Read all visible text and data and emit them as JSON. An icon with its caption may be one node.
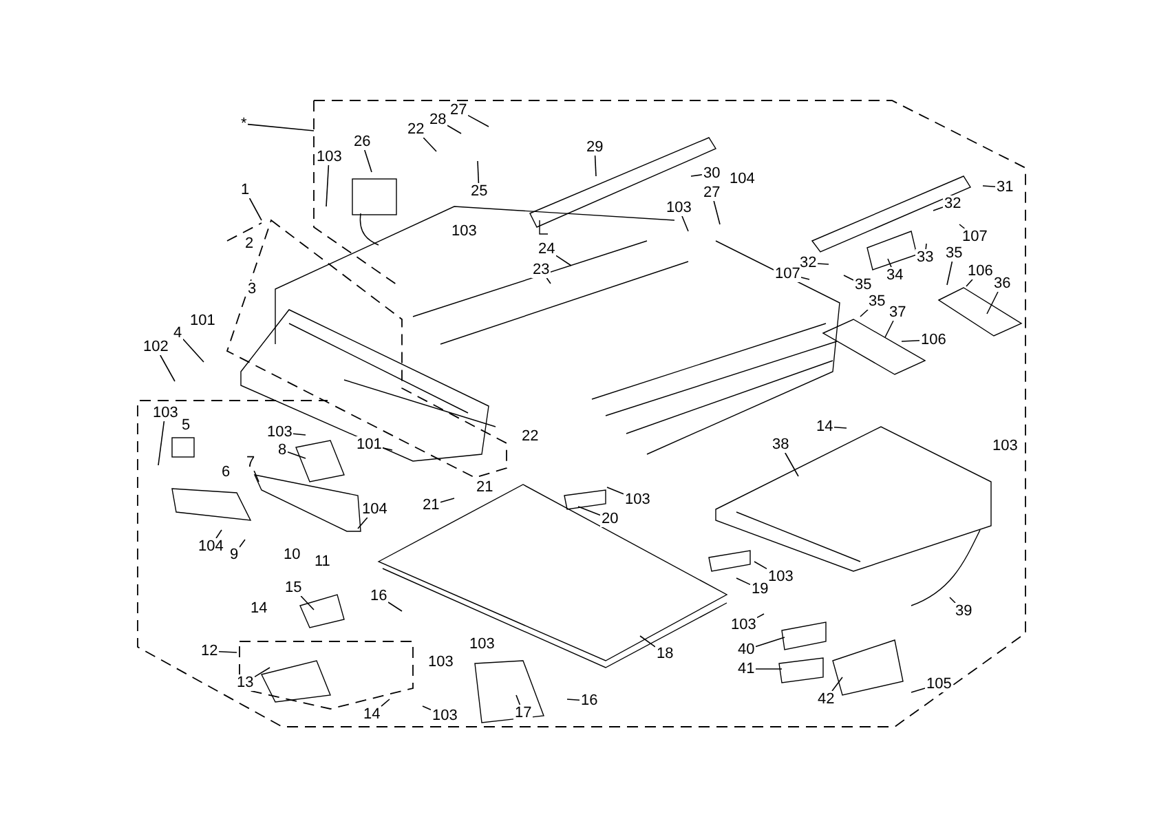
{
  "diagram": {
    "nodes": [
      {
        "text": [
          "*"
        ]
      },
      {
        "text": [
          "1"
        ]
      },
      {
        "text": [
          "4"
        ]
      },
      {
        "text": [
          "102"
        ]
      },
      {
        "text": [
          "103"
        ]
      },
      {
        "text": [
          "26"
        ]
      },
      {
        "text": [
          "22"
        ]
      },
      {
        "text": [
          "28"
        ]
      },
      {
        "text": [
          "27"
        ]
      },
      {
        "text": [
          "25"
        ]
      },
      {
        "text": [
          "29"
        ]
      },
      {
        "text": [
          "30"
        ]
      },
      {
        "text": [
          "103"
        ]
      },
      {
        "text": [
          "27"
        ]
      },
      {
        "text": [
          "24"
        ]
      },
      {
        "text": [
          "23"
        ]
      },
      {
        "text": [
          "31"
        ]
      },
      {
        "text": [
          "32"
        ]
      },
      {
        "text": [
          "107"
        ]
      },
      {
        "text": [
          "33"
        ]
      },
      {
        "text": [
          "32"
        ]
      },
      {
        "text": [
          "107"
        ]
      },
      {
        "text": [
          "35"
        ]
      },
      {
        "text": [
          "34"
        ]
      },
      {
        "text": [
          "35"
        ]
      },
      {
        "text": [
          "106"
        ]
      },
      {
        "text": [
          "36"
        ]
      },
      {
        "text": [
          "35"
        ]
      },
      {
        "text": [
          "37"
        ]
      },
      {
        "text": [
          "106"
        ]
      },
      {
        "text": [
          "103"
        ]
      },
      {
        "text": [
          "103"
        ]
      },
      {
        "text": [
          "8"
        ]
      },
      {
        "text": [
          "7"
        ]
      },
      {
        "text": [
          "101"
        ]
      },
      {
        "text": [
          "104"
        ]
      },
      {
        "text": [
          "9"
        ]
      },
      {
        "text": [
          "104"
        ]
      },
      {
        "text": [
          "21"
        ]
      },
      {
        "text": [
          "15"
        ]
      },
      {
        "text": [
          "16"
        ]
      },
      {
        "text": [
          "12"
        ]
      },
      {
        "text": [
          "14"
        ]
      },
      {
        "text": [
          "103"
        ]
      },
      {
        "text": [
          "103"
        ]
      },
      {
        "text": [
          "20"
        ]
      },
      {
        "text": [
          "14"
        ]
      },
      {
        "text": [
          "38"
        ]
      },
      {
        "text": [
          "103"
        ]
      },
      {
        "text": [
          "19"
        ]
      },
      {
        "text": [
          "39"
        ]
      },
      {
        "text": [
          "103"
        ]
      },
      {
        "text": [
          "40"
        ]
      },
      {
        "text": [
          "41"
        ]
      },
      {
        "text": [
          "42"
        ]
      },
      {
        "text": [
          "105"
        ]
      },
      {
        "text": [
          "18"
        ]
      },
      {
        "text": [
          "16"
        ]
      },
      {
        "text": [
          "17"
        ]
      },
      {
        "text": [
          "13"
        ]
      },
      {
        "text": [
          "2"
        ]
      },
      {
        "text": [
          "3"
        ]
      },
      {
        "text": [
          "101"
        ]
      },
      {
        "text": [
          "103"
        ]
      },
      {
        "text": [
          "104"
        ]
      },
      {
        "text": [
          "5"
        ]
      },
      {
        "text": [
          "6"
        ]
      },
      {
        "text": [
          "10"
        ]
      },
      {
        "text": [
          "11"
        ]
      },
      {
        "text": [
          "14"
        ]
      },
      {
        "text": [
          "103"
        ]
      },
      {
        "text": [
          "103"
        ]
      },
      {
        "text": [
          "22"
        ]
      },
      {
        "text": [
          "21"
        ]
      },
      {
        "text": [
          "103"
        ]
      }
    ],
    "edges": [
      {
        "from": 0,
        "to": null,
        "arrow": "none"
      },
      {
        "from": 1,
        "to": null,
        "arrow": "none"
      },
      {
        "from": 2,
        "to": null,
        "arrow": "none"
      },
      {
        "from": 3,
        "to": null,
        "arrow": "none"
      },
      {
        "from": 4,
        "to": null,
        "arrow": "none"
      },
      {
        "from": 5,
        "to": null,
        "arrow": "none"
      },
      {
        "from": 6,
        "to": null,
        "arrow": "none"
      },
      {
        "from": 7,
        "to": null,
        "arrow": "none"
      },
      {
        "from": 8,
        "to": null,
        "arrow": "none"
      },
      {
        "from": 9,
        "to": null,
        "arrow": "none"
      },
      {
        "from": 10,
        "to": null,
        "arrow": "none"
      },
      {
        "from": 11,
        "to": null,
        "arrow": "none"
      },
      {
        "from": 12,
        "to": null,
        "arrow": "none"
      },
      {
        "from": 13,
        "to": null,
        "arrow": "none"
      },
      {
        "from": 14,
        "to": null,
        "arrow": "none"
      },
      {
        "from": 15,
        "to": null,
        "arrow": "none"
      },
      {
        "from": 16,
        "to": null,
        "arrow": "none"
      },
      {
        "from": 17,
        "to": null,
        "arrow": "none"
      },
      {
        "from": 18,
        "to": null,
        "arrow": "none"
      },
      {
        "from": 19,
        "to": null,
        "arrow": "none"
      },
      {
        "from": 20,
        "to": null,
        "arrow": "none"
      },
      {
        "from": 21,
        "to": null,
        "arrow": "none"
      },
      {
        "from": 22,
        "to": null,
        "arrow": "none"
      },
      {
        "from": 23,
        "to": null,
        "arrow": "none"
      },
      {
        "from": 24,
        "to": null,
        "arrow": "none"
      },
      {
        "from": 25,
        "to": null,
        "arrow": "none"
      },
      {
        "from": 26,
        "to": null,
        "arrow": "none"
      },
      {
        "from": 27,
        "to": null,
        "arrow": "none"
      },
      {
        "from": 28,
        "to": null,
        "arrow": "none"
      },
      {
        "from": 29,
        "to": null,
        "arrow": "none"
      },
      {
        "from": 30,
        "to": null,
        "arrow": "none"
      },
      {
        "from": 31,
        "to": null,
        "arrow": "none"
      },
      {
        "from": 32,
        "to": null,
        "arrow": "none"
      },
      {
        "from": 33,
        "to": null,
        "arrow": "none"
      },
      {
        "from": 34,
        "to": null,
        "arrow": "none"
      },
      {
        "from": 35,
        "to": null,
        "arrow": "none"
      },
      {
        "from": 36,
        "to": null,
        "arrow": "none"
      },
      {
        "from": 37,
        "to": null,
        "arrow": "none"
      },
      {
        "from": 38,
        "to": null,
        "arrow": "none"
      },
      {
        "from": 39,
        "to": null,
        "arrow": "none"
      },
      {
        "from": 40,
        "to": null,
        "arrow": "none"
      },
      {
        "from": 41,
        "to": null,
        "arrow": "none"
      },
      {
        "from": 42,
        "to": null,
        "arrow": "none"
      },
      {
        "from": 43,
        "to": null,
        "arrow": "none"
      },
      {
        "from": 44,
        "to": null,
        "arrow": "none"
      },
      {
        "from": 45,
        "to": null,
        "arrow": "none"
      },
      {
        "from": 46,
        "to": null,
        "arrow": "none"
      },
      {
        "from": 47,
        "to": null,
        "arrow": "none"
      },
      {
        "from": 48,
        "to": null,
        "arrow": "none"
      },
      {
        "from": 49,
        "to": null,
        "arrow": "none"
      },
      {
        "from": 50,
        "to": null,
        "arrow": "none"
      },
      {
        "from": 51,
        "to": null,
        "arrow": "none"
      },
      {
        "from": 52,
        "to": null,
        "arrow": "none"
      },
      {
        "from": 53,
        "to": null,
        "arrow": "none"
      },
      {
        "from": 54,
        "to": null,
        "arrow": "none"
      },
      {
        "from": 55,
        "to": null,
        "arrow": "none"
      },
      {
        "from": 56,
        "to": null,
        "arrow": "none"
      },
      {
        "from": 57,
        "to": null,
        "arrow": "none"
      },
      {
        "from": 58,
        "to": null,
        "arrow": "none"
      },
      {
        "from": 59,
        "to": null,
        "arrow": "none"
      }
    ]
  }
}
